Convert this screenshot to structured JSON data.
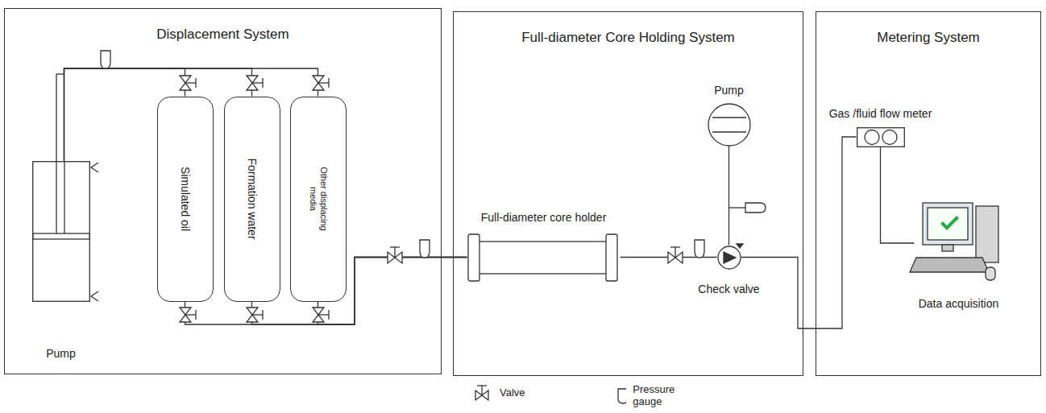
{
  "diagram": {
    "nodes": [
      {
        "text": [
          "Displacement System"
        ]
      },
      {
        "text": [
          "Pump"
        ],
        "in": 0
      },
      {
        "text": [
          "Simulated oil"
        ],
        "in": 0
      },
      {
        "text": [
          "Formation water"
        ],
        "in": 0
      },
      {
        "text": [
          "Other displacing media"
        ],
        "in": 0
      },
      {
        "text": [
          "Full-diameter Core Holding System"
        ]
      },
      {
        "text": [
          "Full-diameter core holder"
        ],
        "in": 5
      },
      {
        "text": [
          "Pump"
        ],
        "in": 5
      },
      {
        "text": [
          "Check valve"
        ],
        "in": 5
      },
      {
        "text": [
          "Metering System"
        ]
      },
      {
        "text": [
          "Gas /fluid flow meter"
        ],
        "in": 9
      },
      {
        "text": [
          "Data acquisition"
        ],
        "in": 9
      }
    ],
    "edges": [
      {
        "from": 1,
        "to": 2,
        "arrow": "none"
      },
      {
        "from": 1,
        "to": 3,
        "arrow": "none"
      },
      {
        "from": 1,
        "to": 4,
        "arrow": "none"
      },
      {
        "from": 2,
        "to": 6,
        "arrow": "none"
      },
      {
        "from": 3,
        "to": 6,
        "arrow": "none"
      },
      {
        "from": 4,
        "to": 6,
        "arrow": "none"
      },
      {
        "from": 6,
        "to": 8,
        "arrow": "none"
      },
      {
        "from": 7,
        "to": 8,
        "arrow": "none"
      },
      {
        "from": 8,
        "to": 10,
        "arrow": "none"
      },
      {
        "from": 10,
        "to": 11,
        "arrow": "none"
      }
    ],
    "legend": [
      {
        "text": "Valve"
      },
      {
        "text": "Pressure gauge"
      }
    ]
  }
}
